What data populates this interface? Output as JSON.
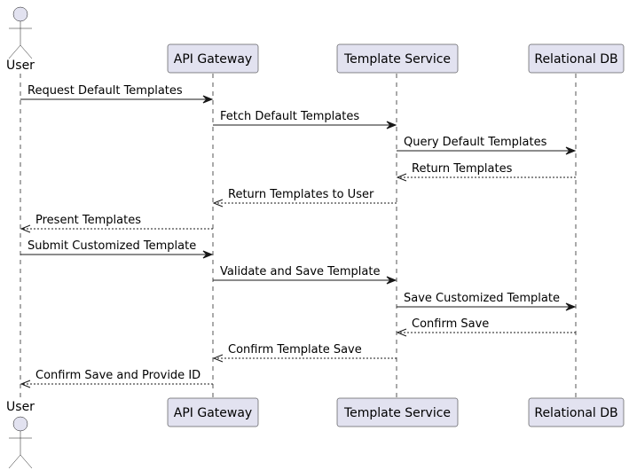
{
  "participants": [
    {
      "id": "user",
      "label": "User",
      "kind": "actor"
    },
    {
      "id": "gateway",
      "label": "API Gateway",
      "kind": "participant"
    },
    {
      "id": "template",
      "label": "Template Service",
      "kind": "participant"
    },
    {
      "id": "db",
      "label": "Relational DB",
      "kind": "participant"
    }
  ],
  "messages": [
    {
      "from": "user",
      "to": "gateway",
      "label": "Request Default Templates",
      "style": "sync"
    },
    {
      "from": "gateway",
      "to": "template",
      "label": "Fetch Default Templates",
      "style": "sync"
    },
    {
      "from": "template",
      "to": "db",
      "label": "Query Default Templates",
      "style": "sync"
    },
    {
      "from": "db",
      "to": "template",
      "label": "Return Templates",
      "style": "reply"
    },
    {
      "from": "template",
      "to": "gateway",
      "label": "Return Templates to User",
      "style": "reply"
    },
    {
      "from": "gateway",
      "to": "user",
      "label": "Present Templates",
      "style": "reply"
    },
    {
      "from": "user",
      "to": "gateway",
      "label": "Submit Customized Template",
      "style": "sync"
    },
    {
      "from": "gateway",
      "to": "template",
      "label": "Validate and Save Template",
      "style": "sync"
    },
    {
      "from": "template",
      "to": "db",
      "label": "Save Customized Template",
      "style": "sync"
    },
    {
      "from": "db",
      "to": "template",
      "label": "Confirm Save",
      "style": "reply"
    },
    {
      "from": "template",
      "to": "gateway",
      "label": "Confirm Template Save",
      "style": "reply"
    },
    {
      "from": "gateway",
      "to": "user",
      "label": "Confirm Save and Provide ID",
      "style": "reply"
    }
  ],
  "colors": {
    "participant_fill": "#E2E2F0",
    "border": "#181818",
    "lifeline": "#555555"
  }
}
